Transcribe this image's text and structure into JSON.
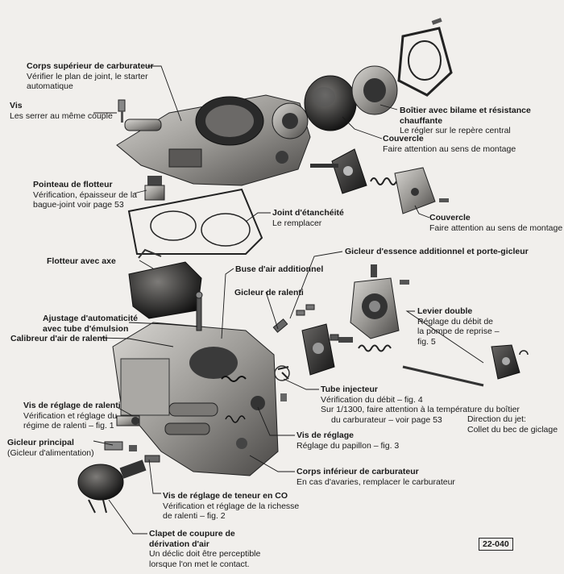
{
  "labels": {
    "corps_superieur": {
      "title": "Corps supérieur de carburateur",
      "desc": [
        "Vérifier le plan de joint, le starter",
        "automatique"
      ]
    },
    "vis": {
      "title": "Vis",
      "desc": [
        "Les serrer au même couple"
      ]
    },
    "boitier": {
      "title": "Boîtier avec bilame et résistance",
      "title2": "chauffante",
      "desc": [
        "Le régler sur le repère central"
      ]
    },
    "couvercle1": {
      "title": "Couvercle",
      "desc": [
        "Faire attention au sens de montage"
      ]
    },
    "pointeau": {
      "title": "Pointeau de flotteur",
      "desc": [
        "Vérification, épaisseur de la",
        "bague-joint voir page 53"
      ]
    },
    "joint": {
      "title": "Joint d'étanchéité",
      "desc": [
        "Le remplacer"
      ]
    },
    "couvercle2": {
      "title": "Couvercle",
      "desc": [
        "Faire attention au sens de montage"
      ]
    },
    "gicleur_essence": {
      "title": "Gicleur d'essence additionnel et porte-gicleur",
      "desc": []
    },
    "flotteur": {
      "title": "Flotteur avec axe",
      "desc": []
    },
    "buse": {
      "title": "Buse d'air additionnel",
      "desc": []
    },
    "gicleur_ralenti": {
      "title": "Gicleur de ralenti",
      "desc": []
    },
    "levier": {
      "title": "Levier double",
      "desc": [
        "Réglage du débit de",
        "la pompe de reprise –",
        "fig. 5"
      ]
    },
    "ajustage": {
      "title": "Ajustage d'automaticité",
      "title2": "avec tube d'émulsion",
      "desc": []
    },
    "calibreur": {
      "title": "Calibreur d'air de ralenti",
      "desc": []
    },
    "tube": {
      "title": "Tube injecteur",
      "desc": [
        "Vérification du débit – fig. 4",
        "Sur 1/1300, faire attention à la température du boîtier",
        "du carburateur – voir page 53"
      ]
    },
    "direction": {
      "title": "",
      "desc": [
        "Direction du jet:",
        "Collet du bec de giclage"
      ]
    },
    "vis_ralenti": {
      "title": "Vis de réglage de ralenti",
      "desc": [
        "Vérification et réglage du",
        "régime de ralenti – fig. 1"
      ]
    },
    "vis_reglage": {
      "title": "Vis de réglage",
      "desc": [
        "Réglage du papillon – fig. 3"
      ]
    },
    "gicleur_principal": {
      "title": "Gicleur principal",
      "desc": [
        "(Gicleur d'alimentation)"
      ]
    },
    "corps_inferieur": {
      "title": "Corps inférieur de carburateur",
      "desc": [
        "En cas d'avaries, remplacer le carburateur"
      ]
    },
    "vis_co": {
      "title": "Vis de réglage de teneur en CO",
      "desc": [
        "Vérification et réglage de la richesse",
        "de ralenti – fig. 2"
      ]
    },
    "clapet": {
      "title": "Clapet de coupure de",
      "title2": "dérivation d'air",
      "desc": [
        "Un déclic doit être perceptible",
        "lorsque l'on met le contact."
      ]
    }
  },
  "figure_ref": "22-040",
  "colors": {
    "ink": "#1a1a1a",
    "paper": "#f1efec",
    "metal_dark": "#3a3a3a",
    "metal_mid": "#8a8a8a",
    "metal_light": "#c9c7c4"
  }
}
